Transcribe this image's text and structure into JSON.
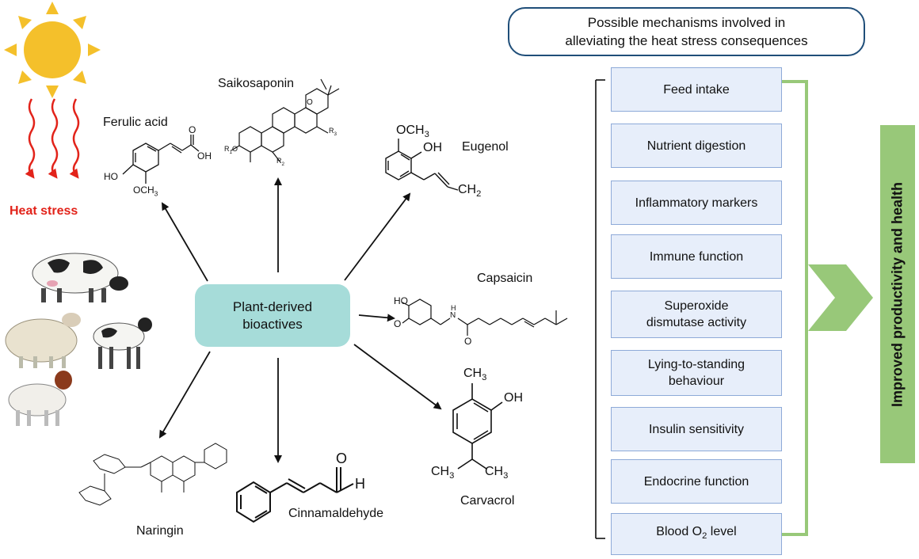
{
  "heat": {
    "label": "Heat stress"
  },
  "center": {
    "line1": "Plant-derived",
    "line2": "bioactives"
  },
  "compounds": {
    "ferulic_acid": "Ferulic acid",
    "saikosaponin": "Saikosaponin",
    "eugenol": "Eugenol",
    "capsaicin": "Capsaicin",
    "carvacrol": "Carvacrol",
    "cinnamaldehyde": "Cinnamaldehyde",
    "naringin": "Naringin"
  },
  "structure_labels": {
    "oh": "OH",
    "ho": "HO",
    "och3": "OCH3",
    "o": "O",
    "h": "H",
    "ch2": "CH2",
    "ch3": "CH3",
    "r1o": "R1O",
    "r2": "R2",
    "r3": "R3",
    "n_h": "H",
    "n": "N"
  },
  "mechanisms": {
    "title_line1": "Possible mechanisms involved in",
    "title_line2": "alleviating the heat stress consequences",
    "items": [
      {
        "lines": [
          "Feed intake"
        ]
      },
      {
        "lines": [
          "Nutrient digestion"
        ]
      },
      {
        "lines": [
          "Inflammatory markers"
        ]
      },
      {
        "lines": [
          "Immune function"
        ]
      },
      {
        "lines": [
          "Superoxide",
          "dismutase activity"
        ]
      },
      {
        "lines": [
          "Lying-to-standing",
          "behaviour"
        ]
      },
      {
        "lines": [
          "Insulin sensitivity"
        ]
      },
      {
        "lines": [
          "Endocrine function"
        ]
      },
      {
        "lines": [
          "Blood O2 level"
        ]
      }
    ]
  },
  "outcome": {
    "label": "Improved productivity and health"
  },
  "colors": {
    "sun": "#f4c02b",
    "heat_wave": "#e2231a",
    "center_fill": "#a6dcd9",
    "title_border": "#1f4e79",
    "box_fill": "#e7eefa",
    "box_border": "#8eaad8",
    "connector_green": "#98c879"
  }
}
